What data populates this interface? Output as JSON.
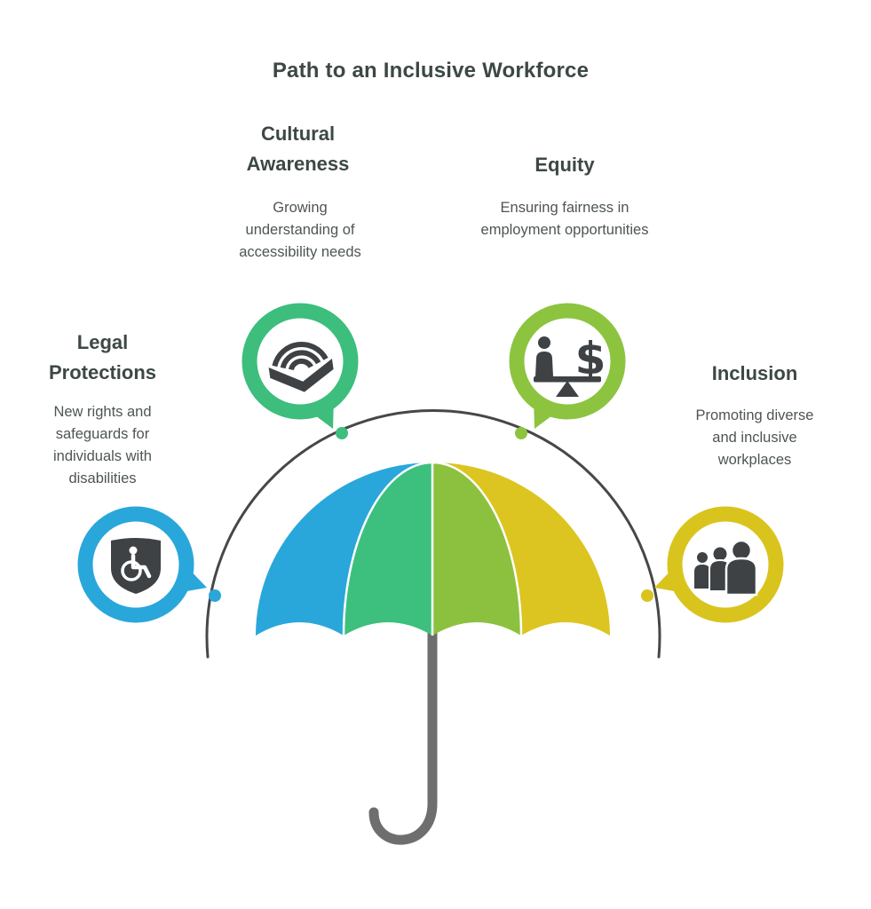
{
  "title": "Path to an Inclusive Workforce",
  "colors": {
    "heading_text": "#3D4843",
    "body_text": "#4D564F",
    "icon_dark": "#3F4245",
    "arc": "#474747",
    "handle": "#6E6E6E",
    "background": "#FFFFFF"
  },
  "sections": [
    {
      "id": "legal-protections",
      "heading": "Legal Protections",
      "description": "New rights and safeguards for individuals with disabilities",
      "color": "#29A7DB",
      "icon": "wheelchair-shield-icon"
    },
    {
      "id": "cultural-awareness",
      "heading": "Cultural Awareness",
      "description": "Growing understanding of accessibility needs",
      "color": "#3DBE7C",
      "icon": "audiobook-waves-icon"
    },
    {
      "id": "equity",
      "heading": "Equity",
      "description": "Ensuring fairness in employment opportunities",
      "color": "#8CC43F",
      "icon": "balance-person-dollar-icon",
      "icon_char": "$"
    },
    {
      "id": "inclusion",
      "heading": "Inclusion",
      "description": "Promoting diverse and inclusive workplaces",
      "color": "#D9C41E",
      "icon": "people-group-icon"
    }
  ],
  "umbrella": {
    "segment_colors": [
      "#29A7DB",
      "#3DC07E",
      "#8CC140",
      "#DCC521"
    ],
    "handle_color": "#6E6E6E"
  }
}
